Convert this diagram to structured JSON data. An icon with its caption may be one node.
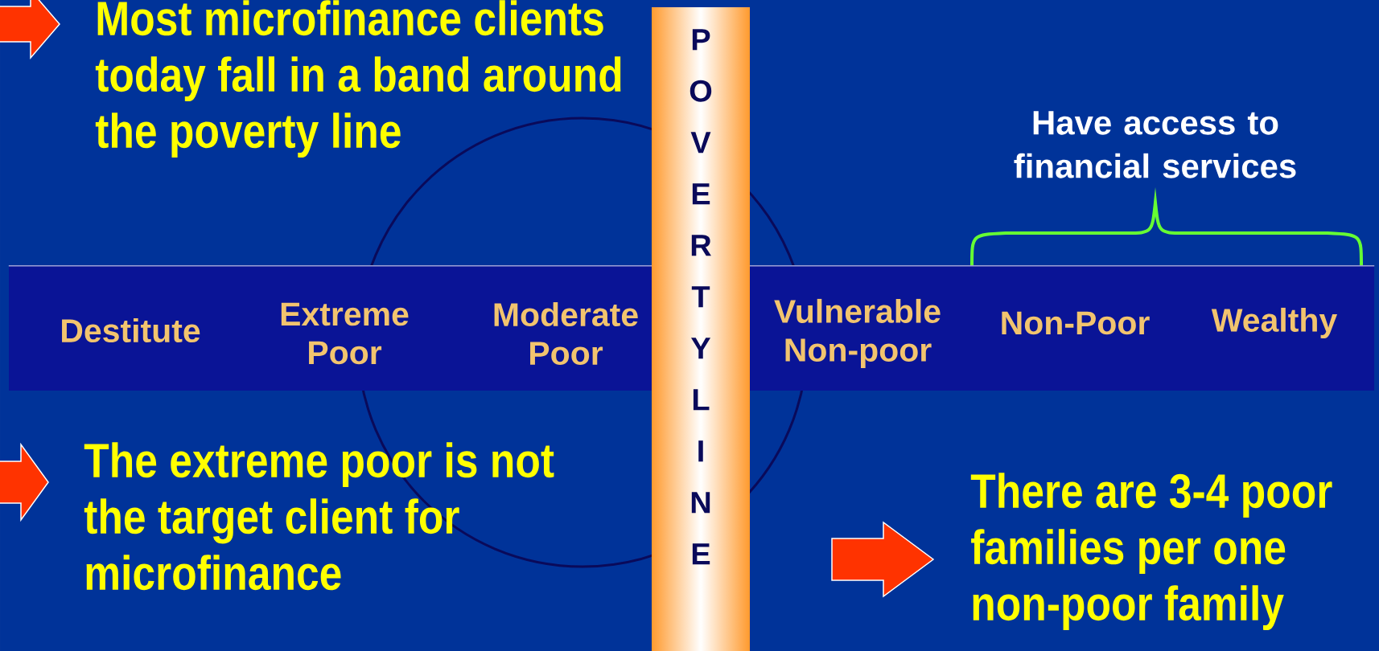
{
  "diagram": {
    "nodes": [
      {
        "text": [],
        "shape": "bar"
      },
      {
        "text": [
          "Destitute"
        ],
        "in": 0
      },
      {
        "text": [
          "Extreme Poor"
        ],
        "in": 0
      },
      {
        "text": [
          "Moderate Poor"
        ],
        "in": 0
      },
      {
        "text": [
          "Vulnerable Non-poor"
        ],
        "in": 0
      },
      {
        "text": [
          "Non-Poor"
        ],
        "in": 0
      },
      {
        "text": [
          "Wealthy"
        ],
        "in": 0
      },
      {
        "text": [
          "POVERTY LINE"
        ]
      }
    ],
    "labels": [
      "Most microfinance clients today fall in a band around the poverty line",
      "Have access to financial services",
      "The extreme poor is not the target client for microfinance",
      "There are 3-4 poor families per one non-poor family"
    ]
  }
}
